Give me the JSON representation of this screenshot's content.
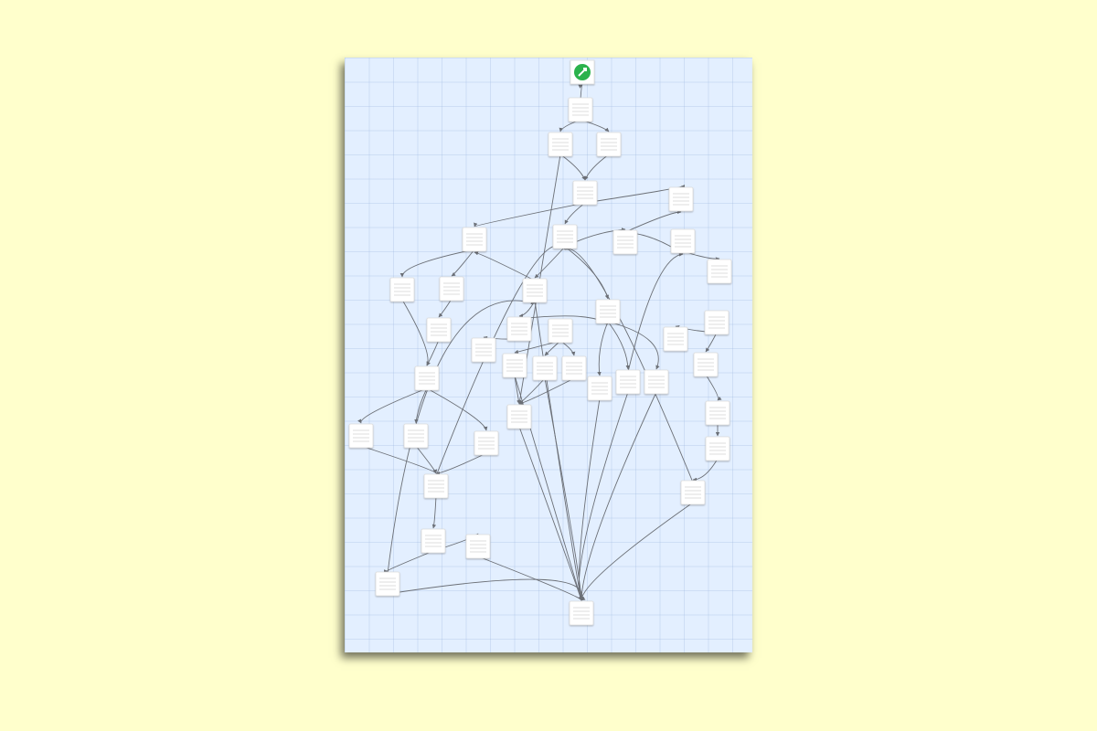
{
  "diagram": {
    "colors": {
      "page_background": "#ffffcc",
      "canvas_background": "#e3efff",
      "node_fill": "#ffffff",
      "edge": "#6b6f76",
      "start_badge": "#2bb24c"
    },
    "start_node": {
      "id": "start",
      "icon": "rocket-icon"
    },
    "node_count": 45,
    "edge_count": 60
  }
}
